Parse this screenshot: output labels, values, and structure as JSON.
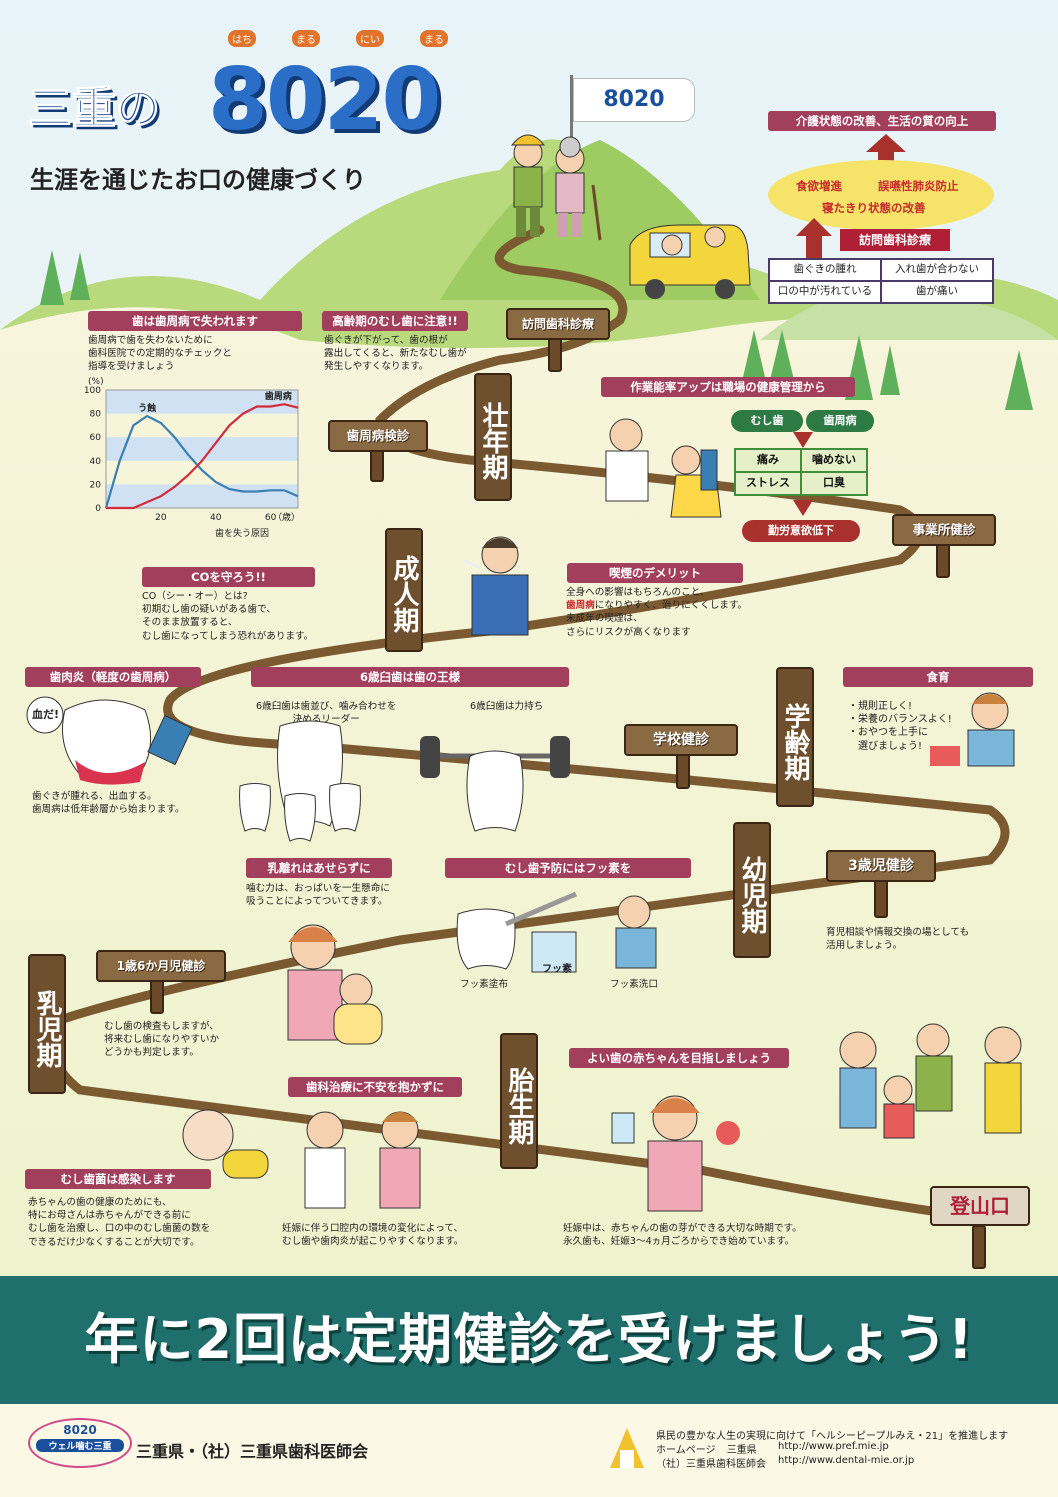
{
  "colors": {
    "banner": "#a23f5c",
    "teal_band": "#1f6f6c",
    "path": "#7b5a32",
    "sky": "#e3f1f8",
    "hill": "#a8cf6a",
    "chart_caries": "#3a7fb3",
    "chart_perio": "#d42b3c"
  },
  "header": {
    "title_prefix": "三重の",
    "title_number": "8020",
    "ruby": [
      "はち",
      "まる",
      "にい",
      "まる"
    ],
    "subtitle": "生涯を通じたお口の健康づくり",
    "flag": "8020"
  },
  "summit": {
    "banner": "介護状態の改善、生活の質の向上",
    "benefit_1": "食欲増進",
    "benefit_2": "誤嚥性肺炎防止",
    "benefit_3": "寝たきり状態の改善",
    "visit": "訪問歯科診療",
    "problems": [
      "歯ぐきの腫れ",
      "入れ歯が合わない",
      "口の中が汚れている",
      "歯が痛い"
    ]
  },
  "sections": {
    "perio_loss": {
      "title": "歯は歯周病で失われます",
      "text": "歯周病で歯を失わないために\n歯科医院での定期的なチェックと\n指導を受けましょう"
    },
    "elderly_caries": {
      "title": "高齢期のむし歯に注意!!",
      "text": "歯ぐきが下がって、歯の根が\n露出してくると、新たなむし歯が\n発生しやすくなります。"
    },
    "work": {
      "title": "作業能率アップは職場の健康管理から",
      "pill_1": "むし歯",
      "pill_2": "歯周病",
      "grid": [
        "痛み",
        "噛めない",
        "ストレス",
        "口臭"
      ],
      "result": "勤労意欲低下"
    },
    "co": {
      "title": "COを守ろう!!",
      "text": "CO（シー・オー）とは?\n初期むし歯の疑いがある歯で、\nそのまま放置すると、\nむし歯になってしまう恐れがあります。"
    },
    "smoking": {
      "title": "喫煙のデメリット",
      "line_1": "全身への影響はもちろんのこと、",
      "line_2_a": "歯周病",
      "line_2_b": "になりやすく、治りにくくします。",
      "line_3": "未成年の喫煙は、",
      "line_4": "さらにリスクが高くなります"
    },
    "gingivitis": {
      "title": "歯肉炎（軽度の歯周病）",
      "text": "歯ぐきが腫れる、出血する。\n歯周病は低年齢層から始まります。",
      "bubble": "血だ!"
    },
    "molar": {
      "title": "6歳臼歯は歯の王様",
      "text_1": "6歳臼歯は歯並び、噛み合わせを\n決めるリーダー",
      "text_2": "6歳臼歯は力持ち"
    },
    "shokuiku": {
      "title": "食育",
      "text": "・規則正しく!\n・栄養のバランスよく!\n・おやつを上手に\n　選びましょう!"
    },
    "weaning": {
      "title": "乳離れはあせらずに",
      "text": "噛む力は、おっぱいを一生懸命に\n吸うことによってついてきます。"
    },
    "fluoride": {
      "title": "むし歯予防にはフッ素を",
      "label_1": "フッ素塗布",
      "label_2": "フッ素洗口",
      "jar": "フッ素"
    },
    "checkup_3y": {
      "text": "育児相談や情報交換の場としても\n活用しましょう。"
    },
    "checkup_18m": {
      "text": "むし歯の検査もしますが、\n将来むし歯になりやすいか\nどうかも判定します。"
    },
    "dental_anxiety": {
      "title": "歯科治療に不安を抱かずに",
      "text": "妊娠に伴う口腔内の環境の変化によって、\nむし歯や歯肉炎が起こりやすくなります。"
    },
    "healthy_baby": {
      "title": "よい歯の赤ちゃんを目指しましょう",
      "text": "妊娠中は、赤ちゃんの歯の芽ができる大切な時期です。\n永久歯も、妊娠3〜4ヵ月ごろからでき始めています。"
    },
    "infection": {
      "title": "むし歯菌は感染します",
      "text": "赤ちゃんの歯の健康のためにも、\n特にお母さんは赤ちゃんができる前に\nむし歯を治療し、口の中のむし歯菌の数を\nできるだけ少なくすることが大切です。"
    }
  },
  "signs": {
    "stages": [
      "壮年期",
      "成人期",
      "学齢期",
      "幼児期",
      "乳児期",
      "胎生期"
    ],
    "checkups": {
      "visit": "訪問歯科診療",
      "perio": "歯周病検診",
      "work": "事業所健診",
      "school": "学校健診",
      "three_year": "3歳児健診",
      "eighteen_month": "1歳6か月児健診",
      "start": "登山口"
    }
  },
  "chart_data": {
    "type": "line",
    "title": "",
    "xlabel": "歯を失う原因",
    "x_unit": "（歳）",
    "y_unit": "(%)",
    "xlim": [
      0,
      70
    ],
    "ylim": [
      0,
      100
    ],
    "xticks": [
      20,
      40,
      60
    ],
    "yticks": [
      0,
      20,
      40,
      60,
      80,
      100
    ],
    "series": [
      {
        "name": "う蝕",
        "color": "#3a7fb3",
        "x": [
          0,
          5,
          10,
          15,
          20,
          25,
          30,
          35,
          40,
          45,
          50,
          55,
          60,
          65,
          70
        ],
        "y": [
          0,
          40,
          70,
          78,
          72,
          60,
          45,
          32,
          22,
          16,
          14,
          14,
          15,
          15,
          10
        ]
      },
      {
        "name": "歯周病",
        "color": "#d42b3c",
        "x": [
          0,
          5,
          10,
          15,
          20,
          25,
          30,
          35,
          40,
          45,
          50,
          55,
          60,
          65,
          70
        ],
        "y": [
          0,
          0,
          0,
          5,
          10,
          18,
          28,
          40,
          55,
          70,
          80,
          86,
          86,
          88,
          85
        ]
      }
    ]
  },
  "main_banner": "年に2回は定期健診を受けましょう!",
  "footer": {
    "logo_top": "8020",
    "logo_bottom": "ウェル噛む三重",
    "org": "三重県・（社）三重県歯科医師会",
    "line_1": "県民の豊かな人生の実現に向けて「ヘルシーピープルみえ・21」を推進します",
    "hp_label": "ホームページ",
    "hp_1_name": "三重県",
    "hp_1_url": "http://www.pref.mie.jp",
    "hp_2_name": "（社）三重県歯科医師会",
    "hp_2_url": "http://www.dental-mie.or.jp"
  }
}
